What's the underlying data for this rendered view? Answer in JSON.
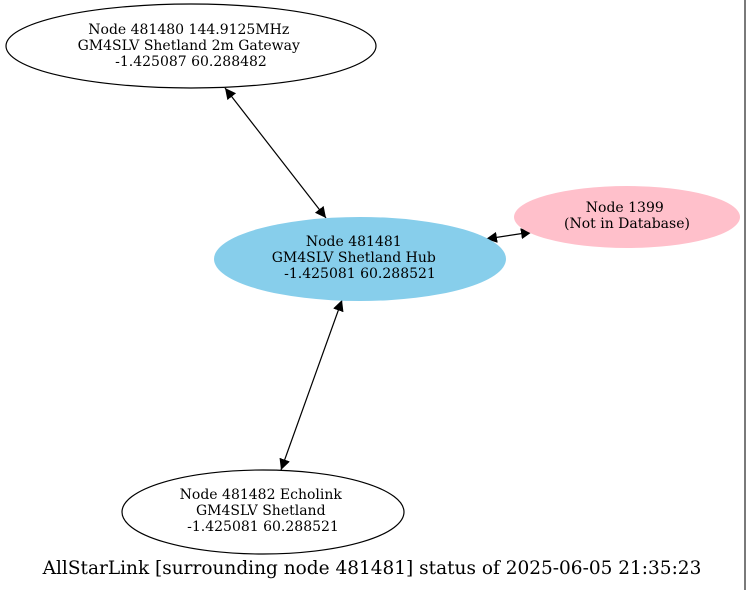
{
  "caption": "AllStarLink [surrounding node 481481] status of 2025-06-05 21:35:23",
  "nodes": {
    "gateway": {
      "lines": [
        "Node 481480 144.9125MHz",
        "GM4SLV Shetland 2m Gateway",
        "-1.425087 60.288482"
      ],
      "fill": "#ffffff"
    },
    "hub": {
      "lines": [
        "Node 481481",
        "GM4SLV Shetland Hub",
        "-1.425081 60.288521"
      ],
      "fill": "#87ceeb"
    },
    "remote": {
      "lines": [
        "Node 1399",
        "(Not in Database)"
      ],
      "fill": "#ffc0cb"
    },
    "echolink": {
      "lines": [
        "Node 481482 Echolink",
        "GM4SLV Shetland",
        "-1.425081 60.288521"
      ],
      "fill": "#ffffff"
    }
  },
  "edges": [
    {
      "from": "hub",
      "to": "gateway",
      "direction": "both"
    },
    {
      "from": "hub",
      "to": "remote",
      "direction": "both"
    },
    {
      "from": "hub",
      "to": "echolink",
      "direction": "both"
    }
  ]
}
